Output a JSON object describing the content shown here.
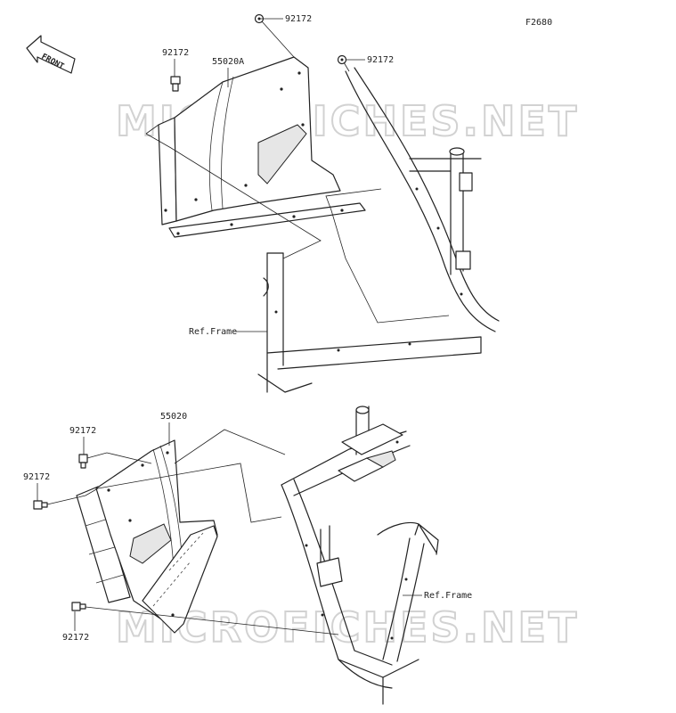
{
  "figure_code": "F2680",
  "front_label": "FRONT",
  "watermark": "MICROFICHES.NET",
  "callouts": {
    "top_bolt_center": "92172",
    "top_bolt_left": "92172",
    "top_bolt_right": "92172",
    "top_guard": "55020A",
    "top_frame": "Ref.Frame",
    "bottom_guard": "55020",
    "bottom_bolt_upper": "92172",
    "bottom_bolt_middle": "92172",
    "bottom_bolt_lower": "92172",
    "bottom_frame": "Ref.Frame"
  },
  "colors": {
    "line": "#222222",
    "watermark": "#d2d2d2",
    "shade": "#e6e6e6"
  }
}
